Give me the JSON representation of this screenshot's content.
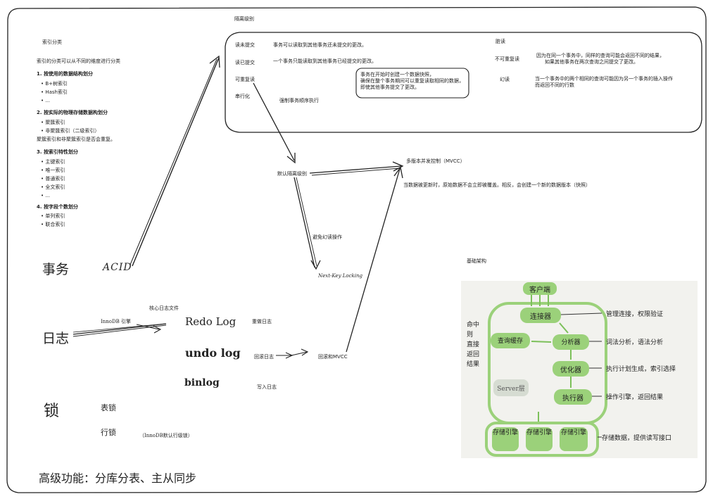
{
  "isolation": {
    "section_title": "隔离级别",
    "levels": [
      {
        "name": "读未提交",
        "desc": "事务可以读取到其他事务还未提交的更改。"
      },
      {
        "name": "读已提交",
        "desc": "一个事务只能读取到其他事务已经提交的更改。"
      },
      {
        "name": "可重复读",
        "desc_lines": [
          "事务在开始时创建一个数据快照，",
          "确保在整个事务期间可以重复读取相同的数据，",
          "即使其他事务提交了更改。"
        ]
      },
      {
        "name": "串行化",
        "desc": "强制事务顺序执行"
      }
    ],
    "anomalies": {
      "dirty_read": "脏读",
      "non_repeatable": {
        "name": "不可重复读",
        "lines": [
          "因为在同一个事务中，同样的查询可能会返回不同的结果，",
          "如果其他事务在两次查询之间提交了更改。"
        ]
      },
      "phantom": {
        "name": "幻读",
        "lines": [
          "当一个事务中的两个相同的查询可能因为另一个事务的插入操作",
          "而返回不同的行数"
        ]
      }
    }
  },
  "index": {
    "title": "索引分类",
    "intro": "索引的分类可以从不同的维度进行分类",
    "groups": [
      {
        "heading": "1. 按使用的数据结构划分",
        "items": [
          "B+树索引",
          "Hash索引",
          "..."
        ]
      },
      {
        "heading": "2. 按实际的物理存储数据构划分",
        "items": [
          "聚簇索引",
          "非聚簇索引（二级索引）"
        ],
        "note": "聚簇索引和非聚簇索引是否会重复。"
      },
      {
        "heading": "3. 按索引特性划分",
        "items": [
          "主键索引",
          "唯一索引",
          "普通索引",
          "全文索引",
          "..."
        ]
      },
      {
        "heading": "4. 按字段个数划分",
        "items": [
          "单列索引",
          "联合索引"
        ]
      }
    ]
  },
  "transaction": {
    "label": "事务",
    "acid": "ACID",
    "default_level": "默认隔离级别",
    "mvcc": "多版本并发控制（MVCC）",
    "mvcc_desc": "当数据被更新时，原始数据不会立即被覆盖。相反，会创建一个新的数据版本（快照）",
    "avoid_phantom": "避免幻读操作",
    "next_key": "Next-Key Locking"
  },
  "logs": {
    "label": "日志",
    "innodb": "InnoDB 引擎",
    "core_files": "核心日志文件",
    "redo": {
      "name": "Redo Log",
      "desc": "重做日志"
    },
    "undo": {
      "name": "undo log",
      "desc": "回滚日志"
    },
    "binlog": {
      "name": "binlog",
      "desc": "写入日志"
    },
    "rollback_mvcc": "回滚和MVCC"
  },
  "locks": {
    "label": "锁",
    "table_lock": "表锁",
    "row_lock": "行锁",
    "row_note": "（InnoDB默认行级锁）"
  },
  "architecture": {
    "title": "基础架构",
    "client": "客户端",
    "connector": "连接器",
    "connector_note": "管理连接，权限验证",
    "query_cache": "查询缓存",
    "cache_hit": [
      "命中",
      "则",
      "直接",
      "返回",
      "结果"
    ],
    "analyzer": "分析器",
    "analyzer_note": "词法分析，语法分析",
    "optimizer": "优化器",
    "optimizer_note": "执行计划生成，索引选择",
    "executor": "执行器",
    "executor_note": "操作引擎，返回结果",
    "server_layer": "Server层",
    "engines": [
      "存储引擎",
      "存储引擎",
      "存储引擎"
    ],
    "engine_note": "存储数据，提供读写接口",
    "colors": {
      "green": "#9bd17a",
      "green_dark": "#7cc05a",
      "paper": "#f2f2ee"
    }
  },
  "advanced": "高级功能：分库分表、主从同步"
}
